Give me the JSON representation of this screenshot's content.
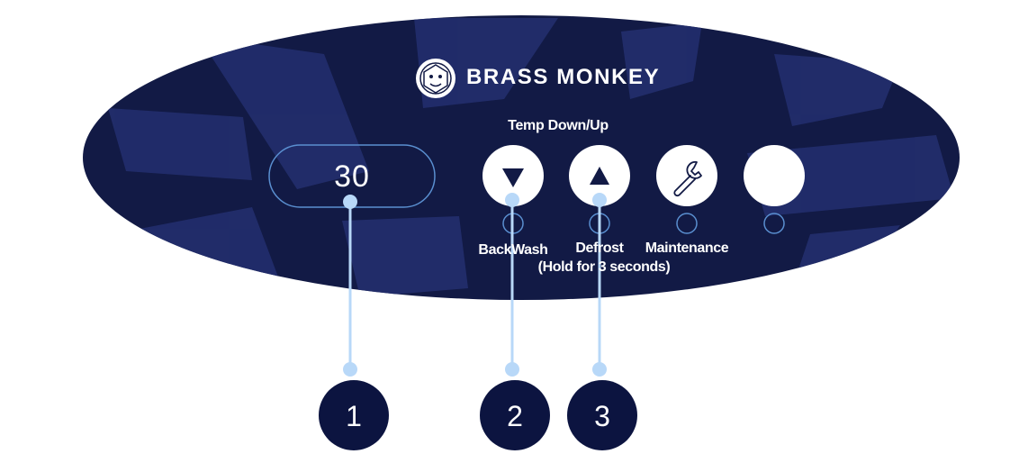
{
  "brand": {
    "name": "BRASS MONKEY",
    "logo_icon": "monkey-head-logo-icon"
  },
  "panel": {
    "temp_label": "Temp Down/Up",
    "display_value": "30",
    "buttons": [
      {
        "id": "down",
        "icon": "triangle-down-icon",
        "label": "BackWash"
      },
      {
        "id": "up",
        "icon": "triangle-up-icon",
        "label": "Defrost",
        "sublabel": "(Hold for 3 seconds)"
      },
      {
        "id": "maintenance",
        "icon": "wrench-icon",
        "label": "Maintenance"
      },
      {
        "id": "blank",
        "icon": "",
        "label": ""
      }
    ]
  },
  "callouts": [
    "1",
    "2",
    "3"
  ],
  "colors": {
    "panel_background": "#121a45",
    "panel_pattern": "#243070",
    "callout_circle": "#0c1440",
    "callout_line": "#b8d8f8",
    "button": "#ffffff"
  }
}
